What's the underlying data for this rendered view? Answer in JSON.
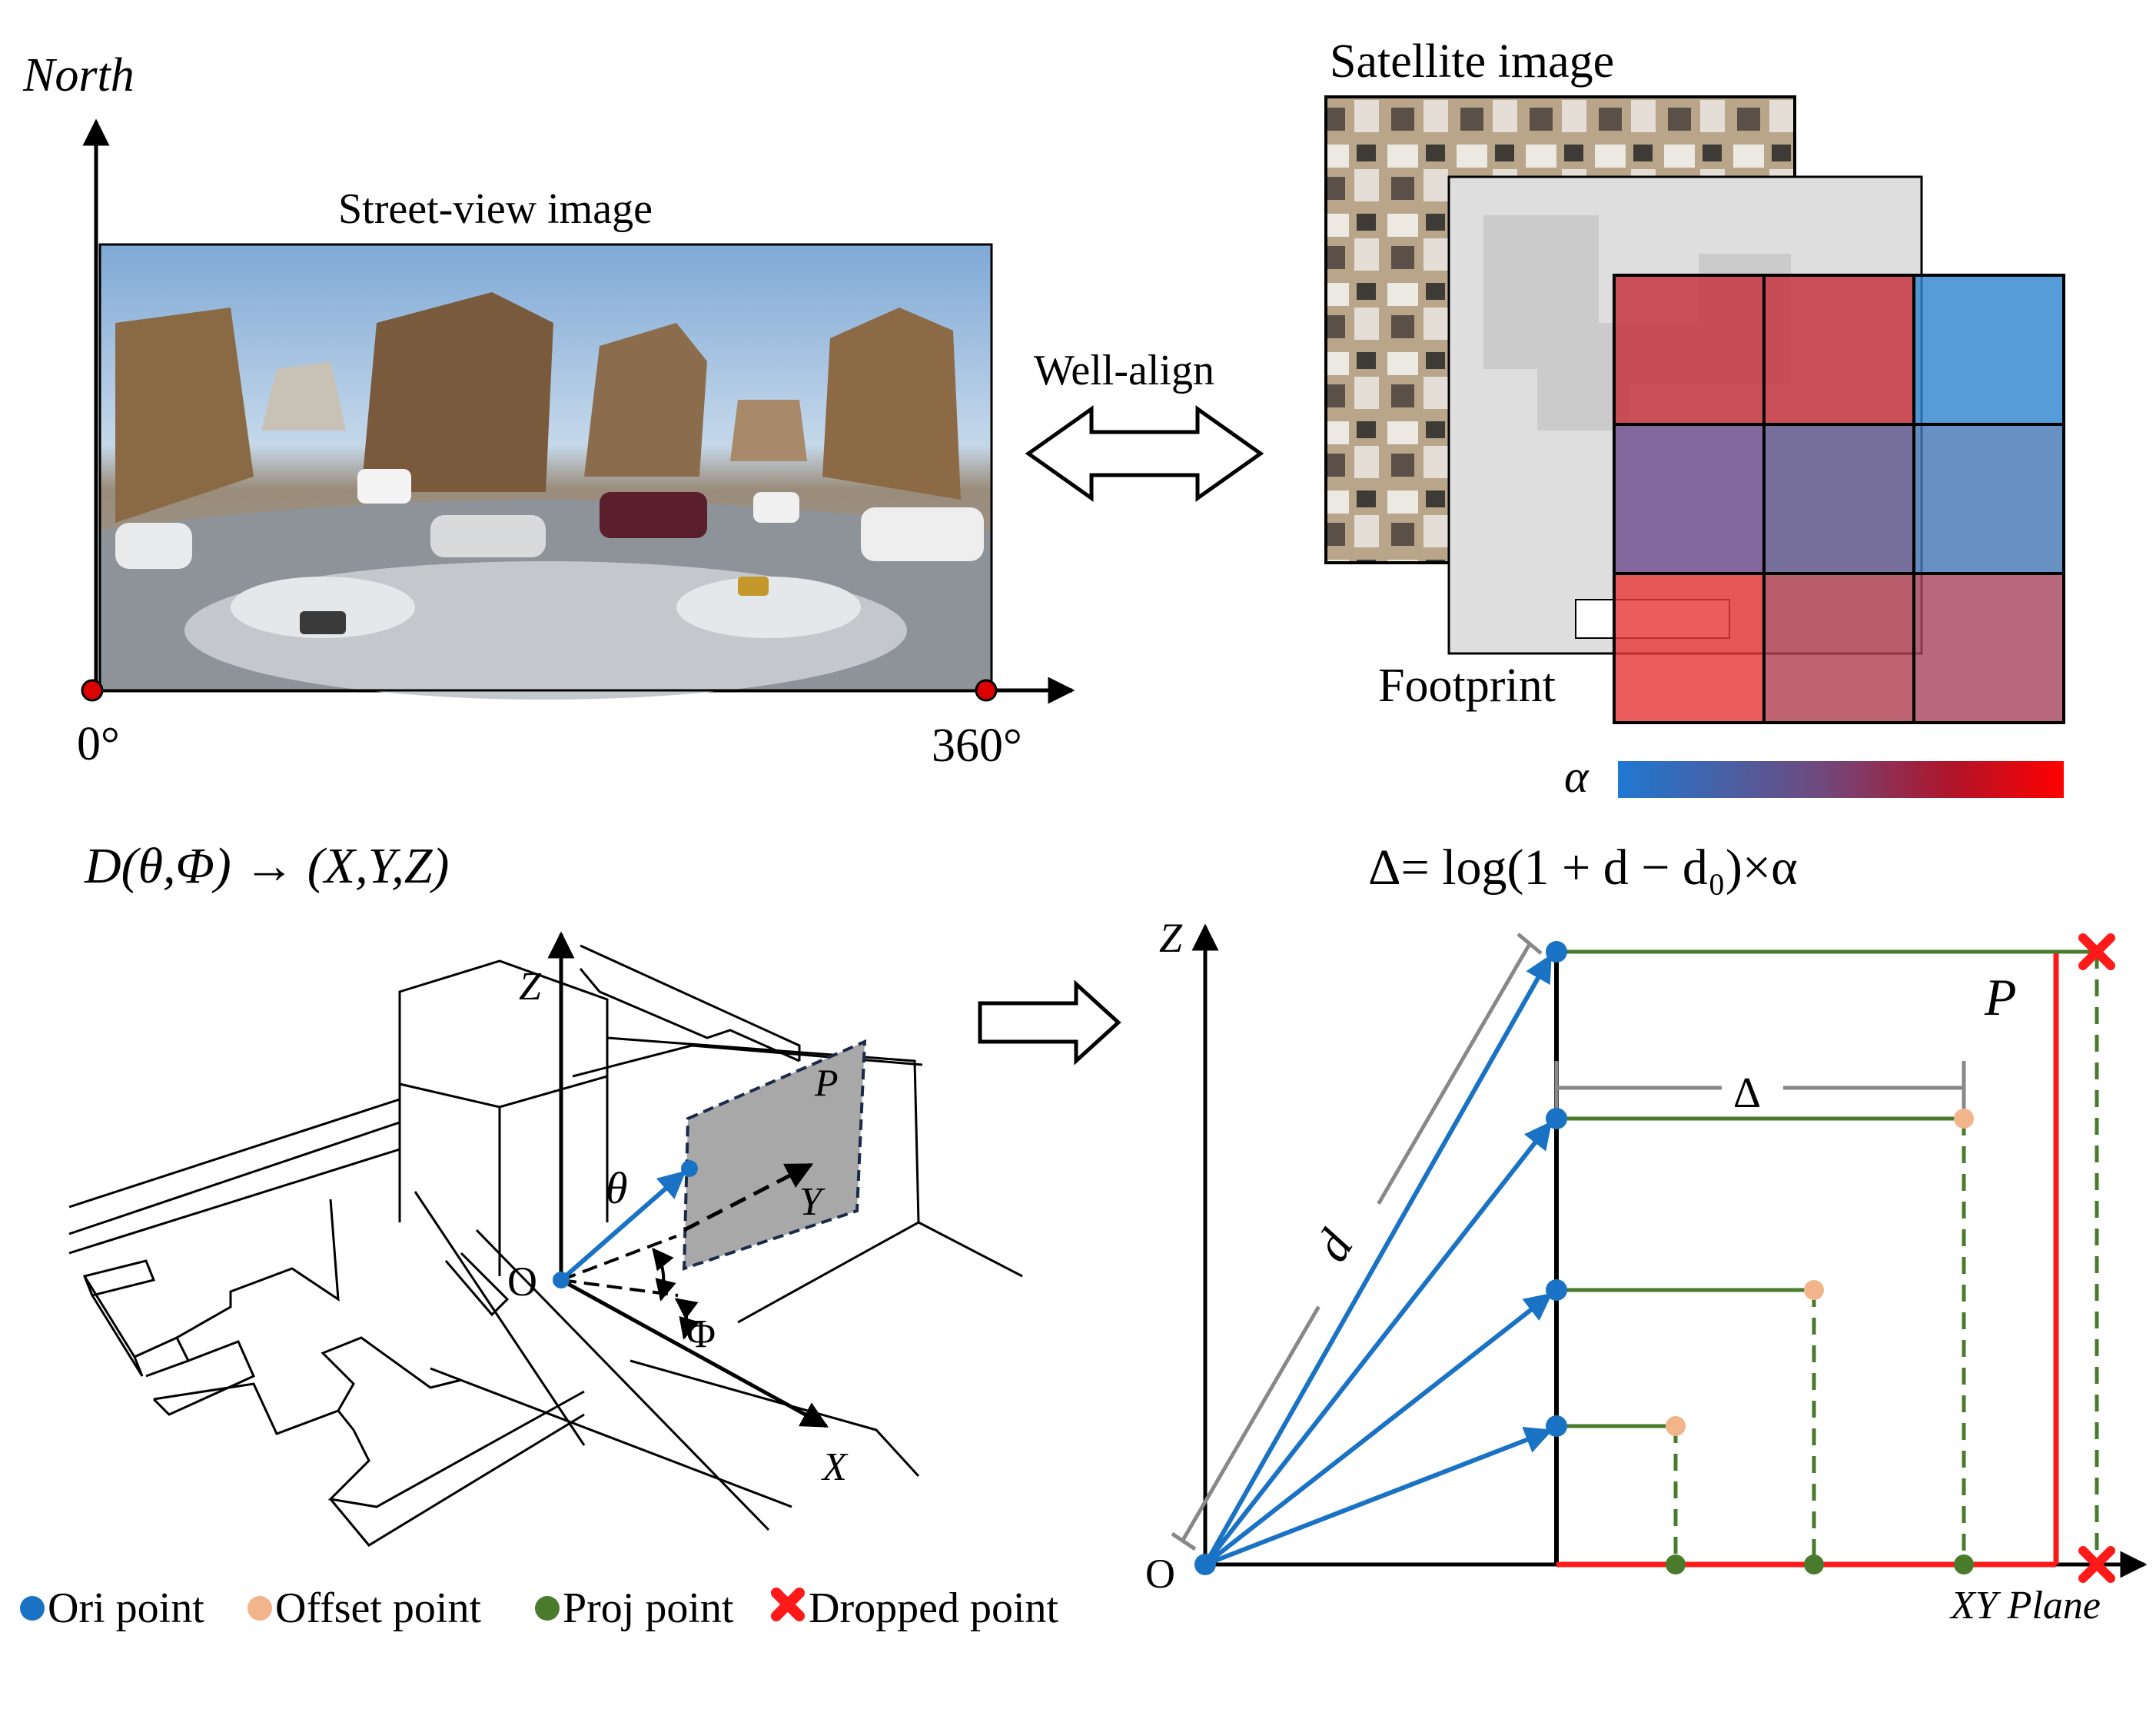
{
  "top_left": {
    "north_label": "North",
    "image_title": "Street-view image",
    "zero_label": "0°",
    "deg360_label": "360°"
  },
  "center": {
    "align_label": "Well-align"
  },
  "top_right": {
    "satellite_label": "Satellite image",
    "footprint_label": "Footprint",
    "alpha_label": "α",
    "colors": {
      "low": "#1f78d1",
      "mid": "#6e4a7e",
      "high": "#ff0000"
    },
    "grid_colors": [
      [
        "#c7303a",
        "#c7303a",
        "#2f86d0"
      ],
      [
        "#6e4e8e",
        "#60588e",
        "#4479b4"
      ],
      [
        "#e63838",
        "#b13f52",
        "#a8465f"
      ]
    ]
  },
  "bottom_left": {
    "formula": "D(θ,Φ) → (X,Y,Z)",
    "z_label": "Z",
    "y_label": "Y",
    "x_label": "X",
    "p_label": "P",
    "theta_label": "θ",
    "phi_label": "Φ",
    "o_label": "O"
  },
  "bottom_right": {
    "formula": "Δ= log(1 + d − d₀)×α",
    "z_label": "Z",
    "o_label": "O",
    "d_label": "d",
    "delta_label": "Δ",
    "p_label": "P",
    "plane_label": "XY Plane",
    "colors": {
      "ori": "#1a72c4",
      "offset": "#f2b48a",
      "proj": "#4a7a2c",
      "dropped": "#ff1a1a"
    }
  },
  "legend": [
    {
      "label": "Ori point",
      "color": "#1a72c4",
      "marker": "dot"
    },
    {
      "label": "Offset point",
      "color": "#f2b48a",
      "marker": "dot"
    },
    {
      "label": "Proj point",
      "color": "#4a7a2c",
      "marker": "dot"
    },
    {
      "label": "Dropped point",
      "color": "#ff1a1a",
      "marker": "cross"
    }
  ]
}
